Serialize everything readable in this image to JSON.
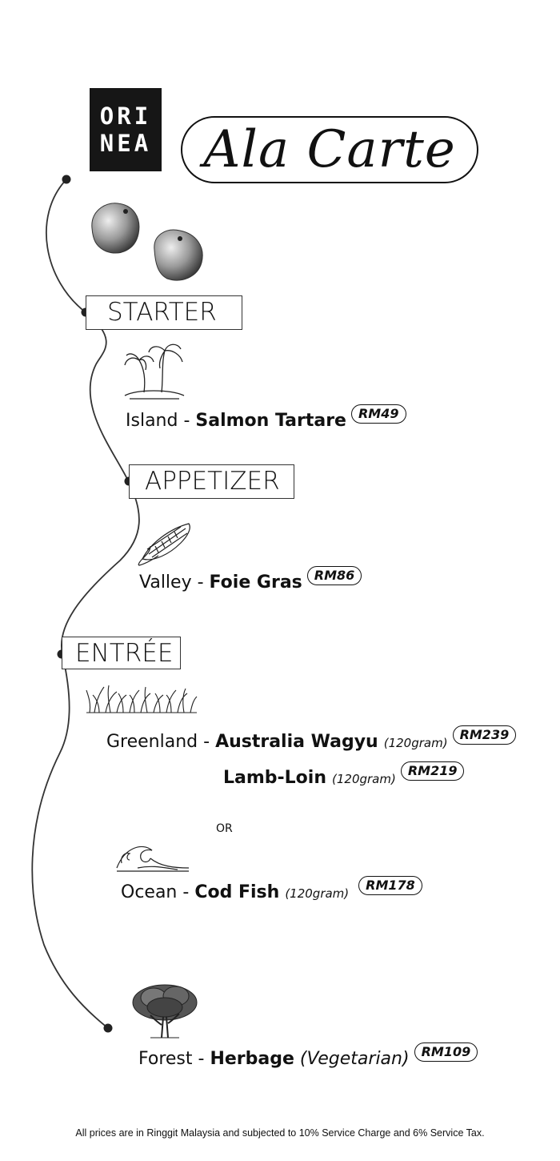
{
  "logo": {
    "line1": "ORI",
    "line2": "NEA"
  },
  "title": "Ala Carte",
  "sections": {
    "starter": "STARTER",
    "appetizer": "APPETIZER",
    "entree": "ENTRÉE"
  },
  "dishes": {
    "island": {
      "place": "Island",
      "sep": " - ",
      "name": "Salmon Tartare",
      "price": "RM49"
    },
    "valley": {
      "place": "Valley",
      "sep": " - ",
      "name": "Foie Gras",
      "price": "RM86"
    },
    "greenland": {
      "place": "Greenland",
      "sep": " - ",
      "name": "Australia Wagyu",
      "note": "(120gram)",
      "price": "RM239"
    },
    "lamb": {
      "name": "Lamb-Loin",
      "note": "(120gram)",
      "price": "RM219"
    },
    "or": "OR",
    "ocean": {
      "place": "Ocean",
      "sep": " - ",
      "name": "Cod Fish",
      "note": "(120gram)",
      "price": "RM178"
    },
    "forest": {
      "place": "Forest",
      "sep": " - ",
      "name": "Herbage",
      "note": "(Vegetarian)",
      "price": "RM109"
    }
  },
  "icons": [
    "seeds-icon",
    "palm-island-icon",
    "corn-icon",
    "grass-icon",
    "wave-icon",
    "tree-icon"
  ],
  "footer": "All prices are in Ringgit Malaysia and subjected to 10% Service Charge and 6% Service Tax."
}
